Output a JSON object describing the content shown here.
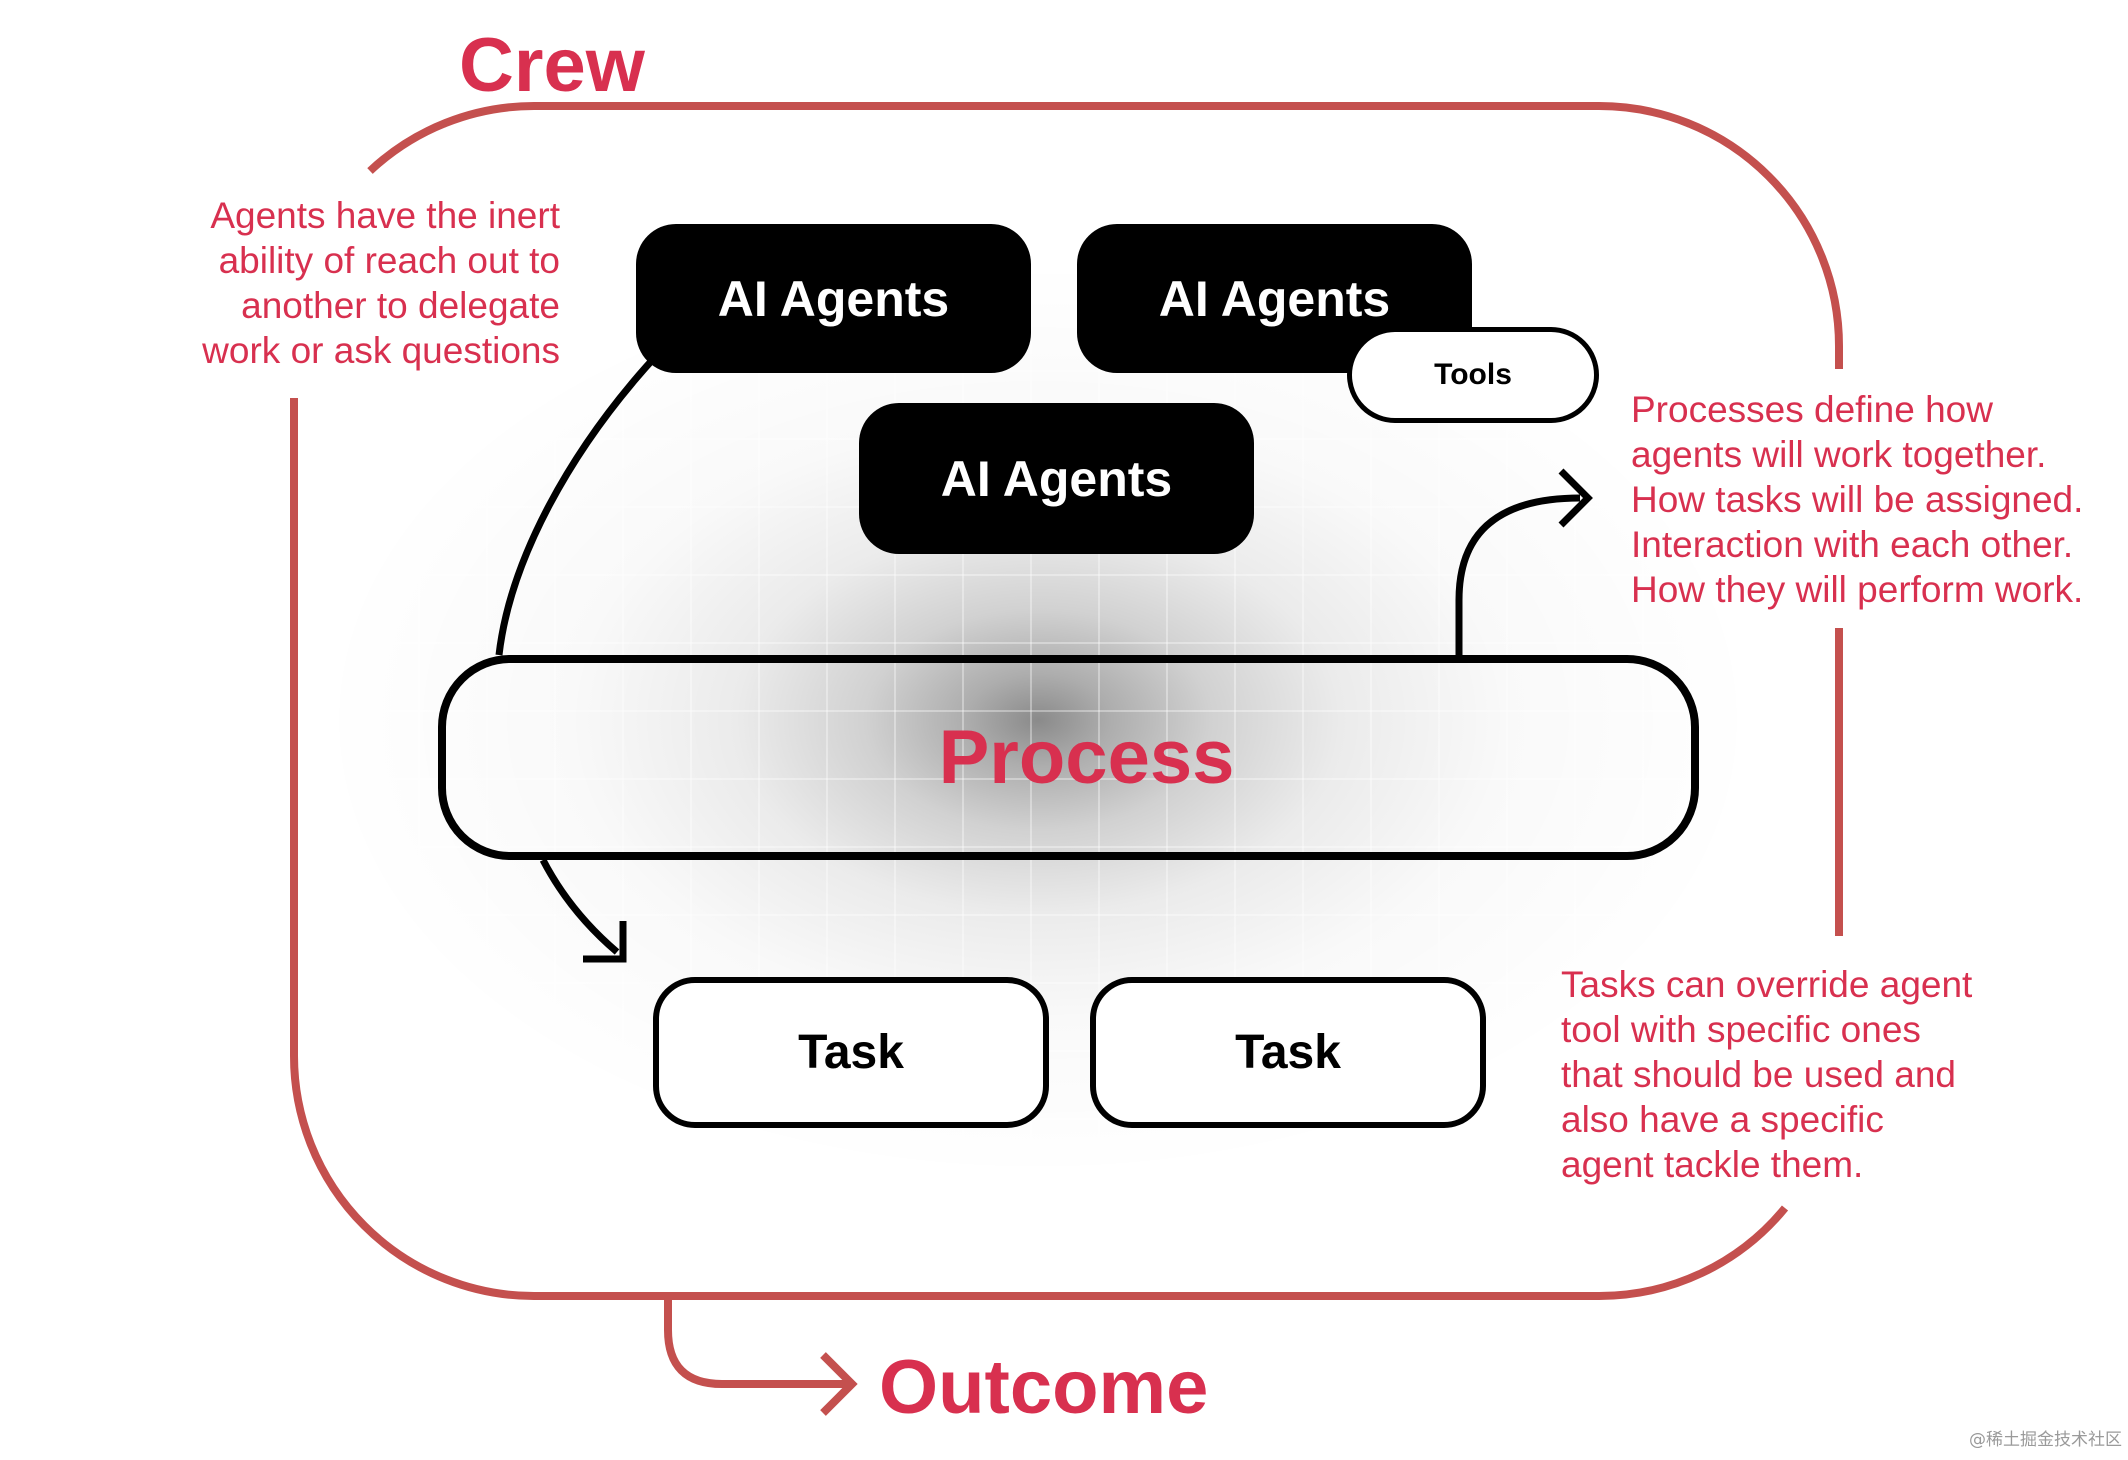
{
  "title": "Crew",
  "outcome": "Outcome",
  "process": "Process",
  "agents": [
    {
      "label": "AI Agents"
    },
    {
      "label": "AI Agents"
    },
    {
      "label": "AI Agents"
    }
  ],
  "tools": "Tools",
  "tasks": [
    {
      "label": "Task"
    },
    {
      "label": "Task"
    }
  ],
  "notes": {
    "delegation": [
      "Agents have the inert",
      "ability of reach out to",
      "another to delegate",
      "work or ask questions"
    ],
    "process": [
      "Processes define how",
      "agents will work together.",
      "How tasks will be assigned.",
      "Interaction with each other.",
      "How they will perform work."
    ],
    "tasks": [
      "Tasks can override agent",
      "tool with specific ones",
      "that should be used and",
      "also have a specific",
      "agent tackle them."
    ]
  },
  "watermark": "@稀土掘金技术社区",
  "colors": {
    "accent": "#d8304f",
    "frame": "#c4504e",
    "agent_fill": "#000000",
    "outline": "#000000"
  }
}
